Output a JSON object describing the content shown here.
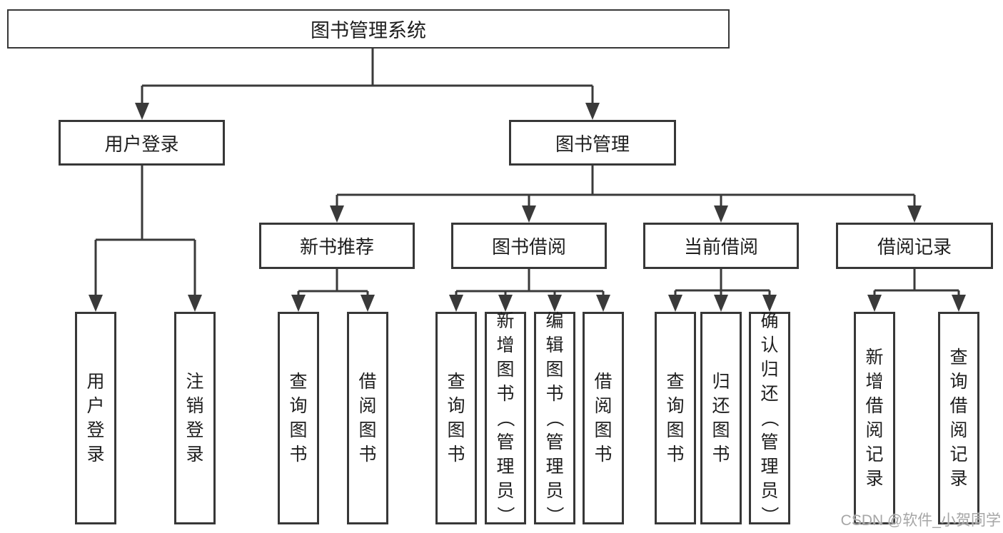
{
  "diagram": {
    "watermark": "CSDN @软件_小贺同学",
    "colors": {
      "line": "#3a3a3a",
      "box_border": "#373737",
      "text": "#1e1e1e",
      "box_background": "#ffffff",
      "watermark": "#a6a6a6"
    },
    "tree": {
      "label": "图书管理系统",
      "children": [
        {
          "label": "用户登录",
          "children": [
            {
              "label": "用户登录"
            },
            {
              "label": "注销登录"
            }
          ]
        },
        {
          "label": "图书管理",
          "children": [
            {
              "label": "新书推荐",
              "children": [
                {
                  "label": "查询图书"
                },
                {
                  "label": "借阅图书"
                }
              ]
            },
            {
              "label": "图书借阅",
              "children": [
                {
                  "label": "查询图书"
                },
                {
                  "label": "新增图书（管理员）"
                },
                {
                  "label": "编辑图书（管理员）"
                },
                {
                  "label": "借阅图书"
                }
              ]
            },
            {
              "label": "当前借阅",
              "children": [
                {
                  "label": "查询图书"
                },
                {
                  "label": "归还图书"
                },
                {
                  "label": "确认归还（管理员）"
                }
              ]
            },
            {
              "label": "借阅记录",
              "children": [
                {
                  "label": "新增借阅记录"
                },
                {
                  "label": "查询借阅记录"
                }
              ]
            }
          ]
        }
      ]
    }
  }
}
